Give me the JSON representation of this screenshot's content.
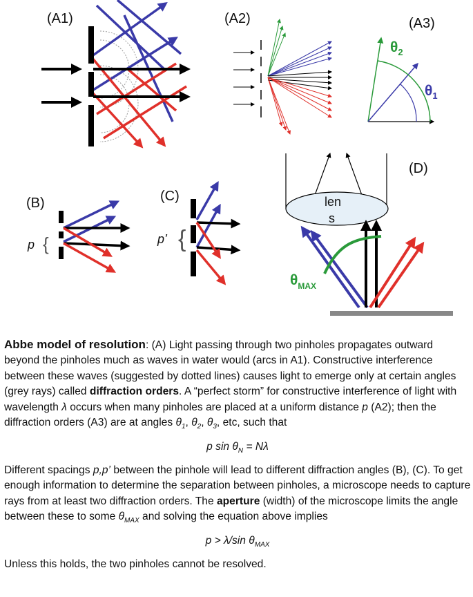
{
  "figure": {
    "labels": {
      "a1": "(A1)",
      "a2": "(A2)",
      "a3": "(A3)",
      "b": "(B)",
      "c": "(C)",
      "d": "(D)"
    },
    "p": "p",
    "p_prime": "p’",
    "brace": "{",
    "lens_line1": "len",
    "lens_line2": "s",
    "theta": "θ",
    "sub1": "1",
    "sub2": "2",
    "sub_max": "MAX",
    "colors": {
      "blue": "#3a3aa8",
      "red": "#e0302a",
      "green": "#2a9a3a",
      "black": "#000000",
      "grey": "#888888",
      "lens_fill": "#e6f0f8"
    }
  },
  "caption": {
    "title": "Abbe model of resolution",
    "p1a": ": (A) Light passing through two pinholes propagates outward beyond the pinholes much as waves in water would (arcs in A1). Constructive interference between these waves (suggested by dotted lines) causes light to emerge only at certain angles (grey rays) called ",
    "p1b": "diffraction orders",
    "p1c": ". A “perfect storm” for constructive interference of light with wavelength ",
    "lambda": "λ",
    "p1d": " occurs when many pinholes are placed at a uniform distance ",
    "p_var": "p",
    "p1e": " (A2); then the diffraction orders (A3) are at angles ",
    "th": "θ",
    "s1": "1",
    "s2": "2",
    "s3": "3",
    "sep": ", ",
    "p1f": ", etc, such that",
    "eq1_a": "p sin θ",
    "eq1_sub": "N",
    "eq1_b": " = Nλ",
    "p2a": "Different spacings ",
    "p2_vars": "p,p’",
    "p2b": " between the pinhole will lead to different diffraction angles (B), (C).  To get enough information to determine the separation between pinholes, a microscope needs to capture rays from at least two diffraction orders. The ",
    "p2c": "aperture",
    "p2d": " (width) of the microscope limits the angle between these to some ",
    "p2_sub": "MAX",
    "p2e": " and solving the equation above implies",
    "eq2_a": "p > λ/sin θ",
    "eq2_sub": "MAX",
    "p3": "Unless this holds, the two pinholes cannot be resolved."
  }
}
